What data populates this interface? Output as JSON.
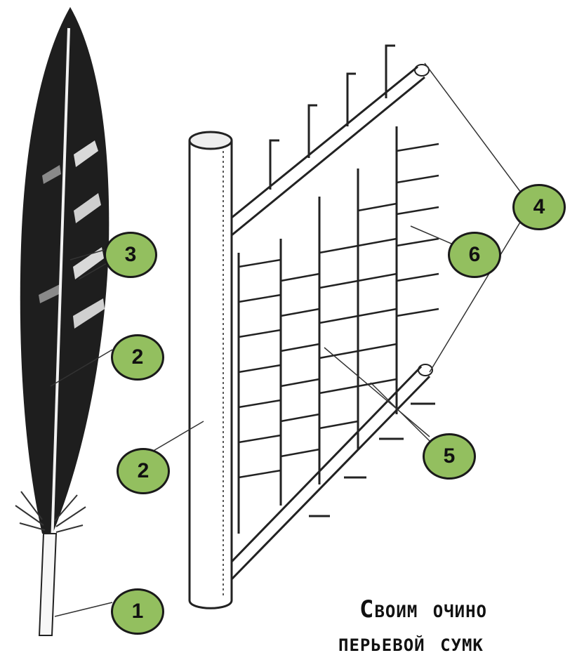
{
  "labels": {
    "l1": "1",
    "l2a": "2",
    "l2b": "2",
    "l3": "3",
    "l4": "4",
    "l5": "5",
    "l6": "6"
  },
  "caption": {
    "line1": "Своим очино",
    "line2": "перьевой сумк"
  },
  "colors": {
    "badge_fill": "#93bf5f",
    "outline": "#1a1a1a"
  }
}
